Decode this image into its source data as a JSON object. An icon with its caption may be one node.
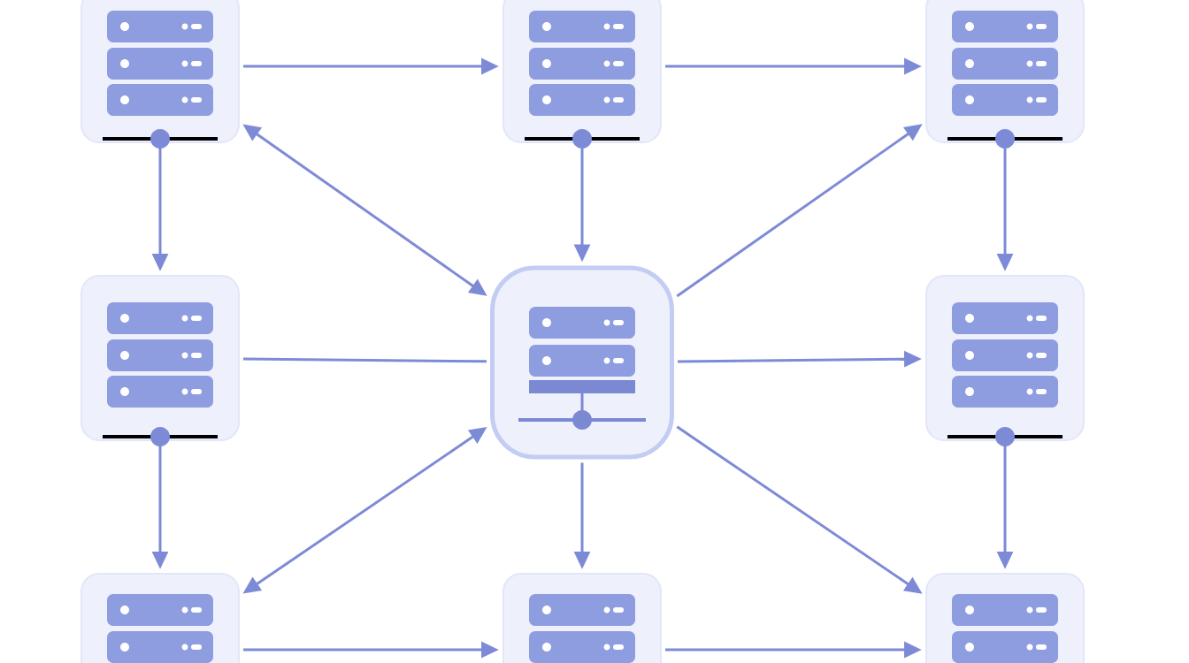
{
  "diagram": {
    "nodes": [
      {
        "text": [],
        "shape": "picture"
      },
      {
        "text": [],
        "shape": "picture"
      },
      {
        "text": [],
        "shape": "picture"
      },
      {
        "text": [],
        "shape": "picture"
      },
      {
        "text": [],
        "shape": "picture"
      },
      {
        "text": [],
        "shape": "picture"
      },
      {
        "text": [],
        "shape": "picture"
      },
      {
        "text": [],
        "shape": "picture"
      },
      {
        "text": [],
        "shape": "picture"
      }
    ],
    "edges": [
      {
        "from": 0,
        "to": 1,
        "arrow": "to"
      },
      {
        "from": 1,
        "to": 2,
        "arrow": "to"
      },
      {
        "from": 0,
        "to": 3,
        "arrow": "to"
      },
      {
        "from": 1,
        "to": 4,
        "arrow": "to"
      },
      {
        "from": 2,
        "to": 5,
        "arrow": "to"
      },
      {
        "from": 4,
        "to": 0,
        "arrow": "both"
      },
      {
        "from": 4,
        "to": 2,
        "arrow": "to"
      },
      {
        "from": 3,
        "to": 4,
        "arrow": "none"
      },
      {
        "from": 4,
        "to": 5,
        "arrow": "to"
      },
      {
        "from": 3,
        "to": 6,
        "arrow": "to"
      },
      {
        "from": 5,
        "to": 8,
        "arrow": "to"
      },
      {
        "from": 4,
        "to": 6,
        "arrow": "both"
      },
      {
        "from": 4,
        "to": 7,
        "arrow": "to"
      },
      {
        "from": 4,
        "to": 8,
        "arrow": "to"
      },
      {
        "from": 6,
        "to": 7,
        "arrow": "to"
      },
      {
        "from": 7,
        "to": 8,
        "arrow": "to"
      }
    ]
  }
}
